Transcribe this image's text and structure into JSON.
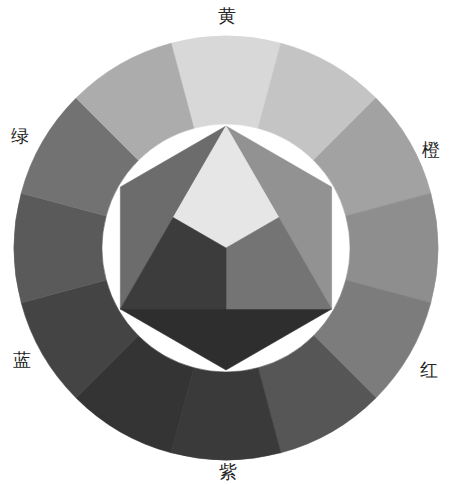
{
  "diagram": {
    "labels": [
      "黄",
      "橙",
      "红",
      "紫",
      "蓝",
      "绿"
    ]
  }
}
